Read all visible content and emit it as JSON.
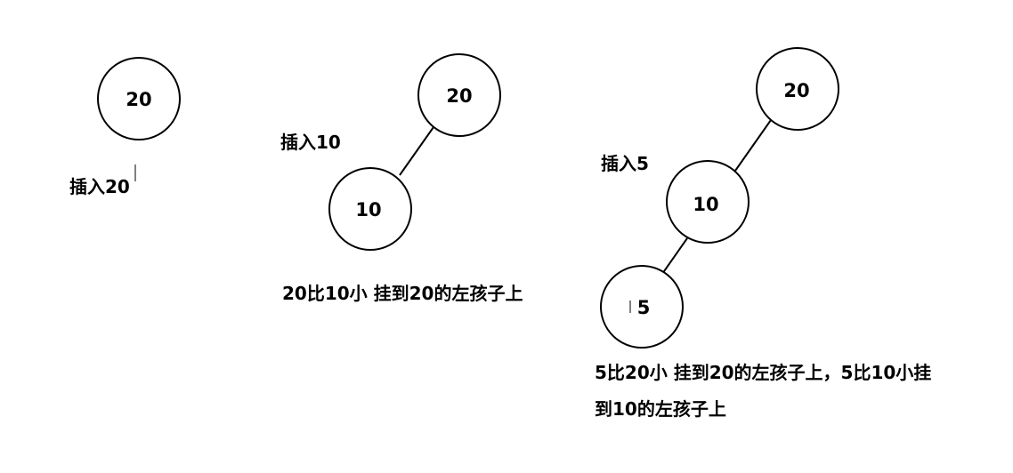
{
  "steps": [
    {
      "caption": "插入20",
      "nodes": [
        "20"
      ],
      "note": []
    },
    {
      "caption": "插入10",
      "nodes": [
        "20",
        "10"
      ],
      "note": [
        "20比10小 挂到20的左孩子上"
      ]
    },
    {
      "caption": "插入5",
      "nodes": [
        "20",
        "10",
        "5"
      ],
      "note": [
        "5比20小 挂到20的左孩子上，5比10小挂",
        "到10的左孩子上"
      ]
    }
  ]
}
